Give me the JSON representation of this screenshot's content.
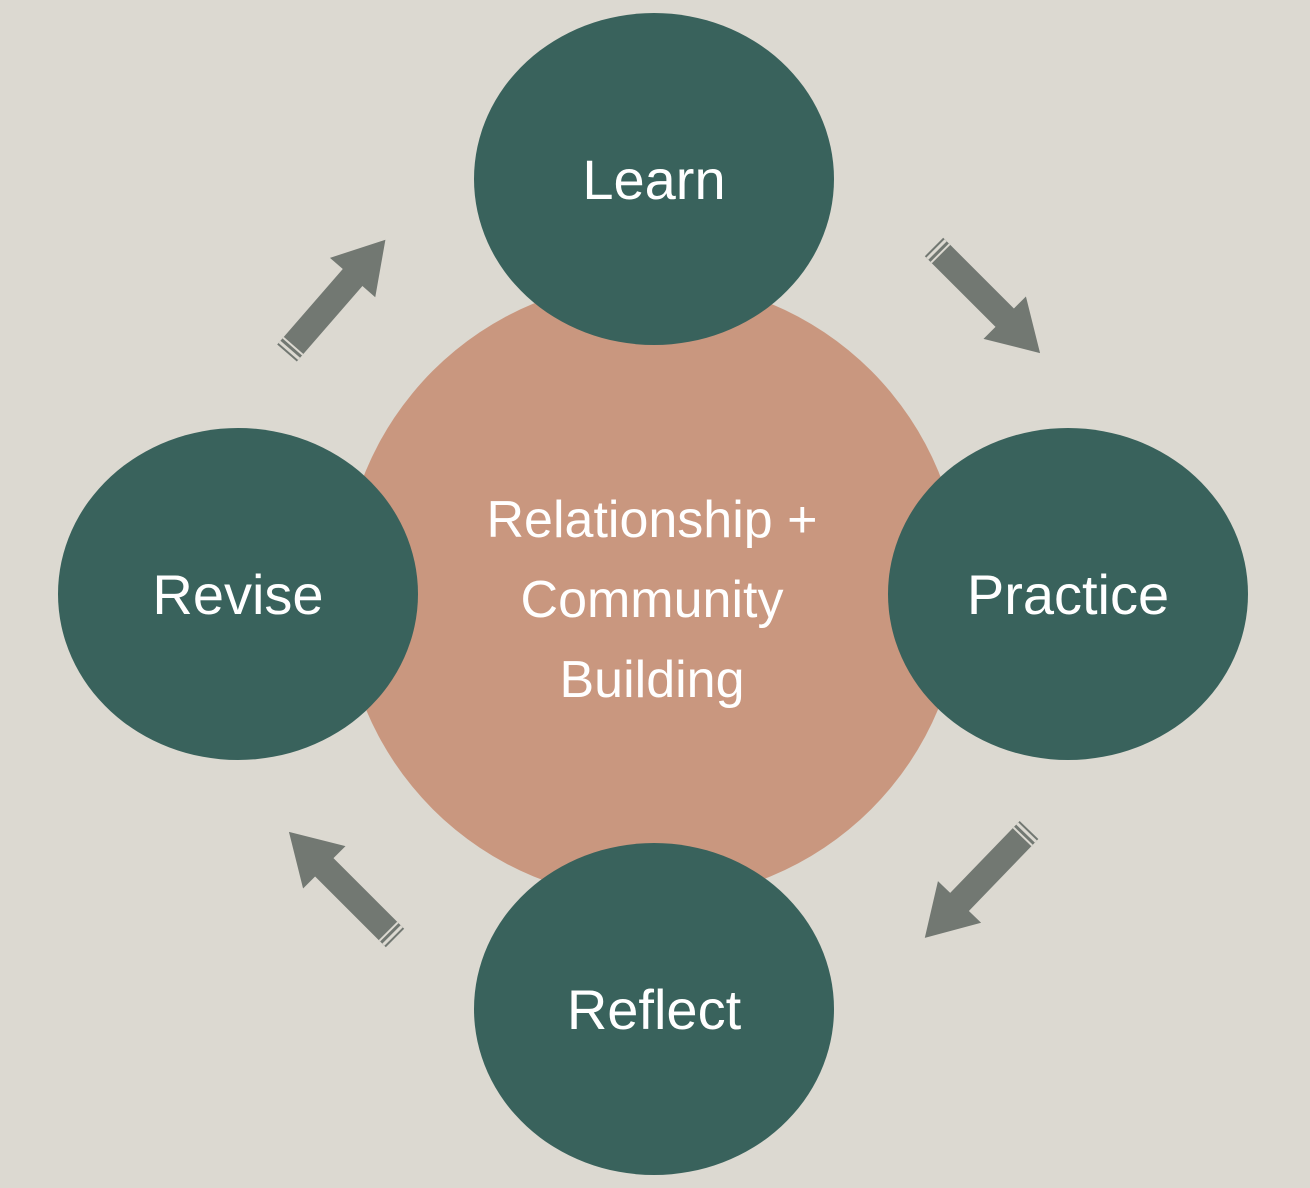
{
  "diagram": {
    "center": {
      "lines": [
        "Relationship +",
        "Community",
        "Building"
      ]
    },
    "nodes": {
      "learn": "Learn",
      "practice": "Practice",
      "reflect": "Reflect",
      "revise": "Revise"
    },
    "colors": {
      "background": "#dcd9d1",
      "center_fill": "#c9977f",
      "node_fill": "#39625c",
      "arrow_fill": "#727872",
      "text": "#ffffff"
    }
  }
}
